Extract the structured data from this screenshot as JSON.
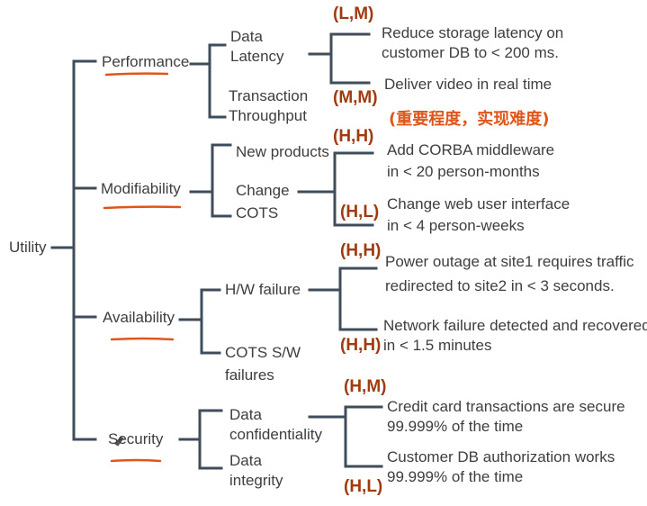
{
  "root": "Utility",
  "attributes": [
    {
      "name": "Performance",
      "refinements": [
        {
          "lines": [
            "Data",
            "Latency"
          ]
        },
        {
          "lines": [
            "Transaction",
            "Throughput"
          ]
        }
      ]
    },
    {
      "name": "Modifiability",
      "refinements": [
        {
          "lines": [
            "New products"
          ]
        },
        {
          "lines": [
            "Change",
            "COTS"
          ]
        }
      ]
    },
    {
      "name": "Availability",
      "refinements": [
        {
          "lines": [
            "H/W failure"
          ]
        },
        {
          "lines": [
            "COTS S/W",
            "failures"
          ]
        }
      ]
    },
    {
      "name": "Security",
      "refinements": [
        {
          "lines": [
            "Data",
            "confidentiality"
          ]
        },
        {
          "lines": [
            "Data",
            "integrity"
          ]
        }
      ]
    }
  ],
  "scenarios": [
    {
      "priority": "(L,M)",
      "lines": [
        "Reduce storage latency on",
        "customer DB to < 200 ms."
      ]
    },
    {
      "priority": "(M,M)",
      "lines": [
        "Deliver video in real time"
      ]
    },
    {
      "priority": "(H,H)",
      "lines": [
        "Add CORBA middleware",
        "in < 20 person-months"
      ]
    },
    {
      "priority": "(H,L)",
      "lines": [
        "Change web user interface",
        "in < 4 person-weeks"
      ]
    },
    {
      "priority": "(H,H)",
      "lines": [
        "Power outage at site1 requires traffic",
        "redirected to site2 in < 3 seconds."
      ]
    },
    {
      "priority": "(H,H)",
      "lines": [
        "Network failure detected and recovered",
        "in < 1.5 minutes"
      ]
    },
    {
      "priority": "(H,M)",
      "lines": [
        "Credit card transactions are secure",
        "99.999% of the time"
      ]
    },
    {
      "priority": "(H,L)",
      "lines": [
        "Customer DB authorization works",
        "99.999% of the time"
      ]
    }
  ],
  "annotation": "(重要程度，实现难度)",
  "colors": {
    "line": "#3f4c5a",
    "priority": "#a03a10",
    "annotation": "#e0561a",
    "underline": "#e0561a"
  }
}
